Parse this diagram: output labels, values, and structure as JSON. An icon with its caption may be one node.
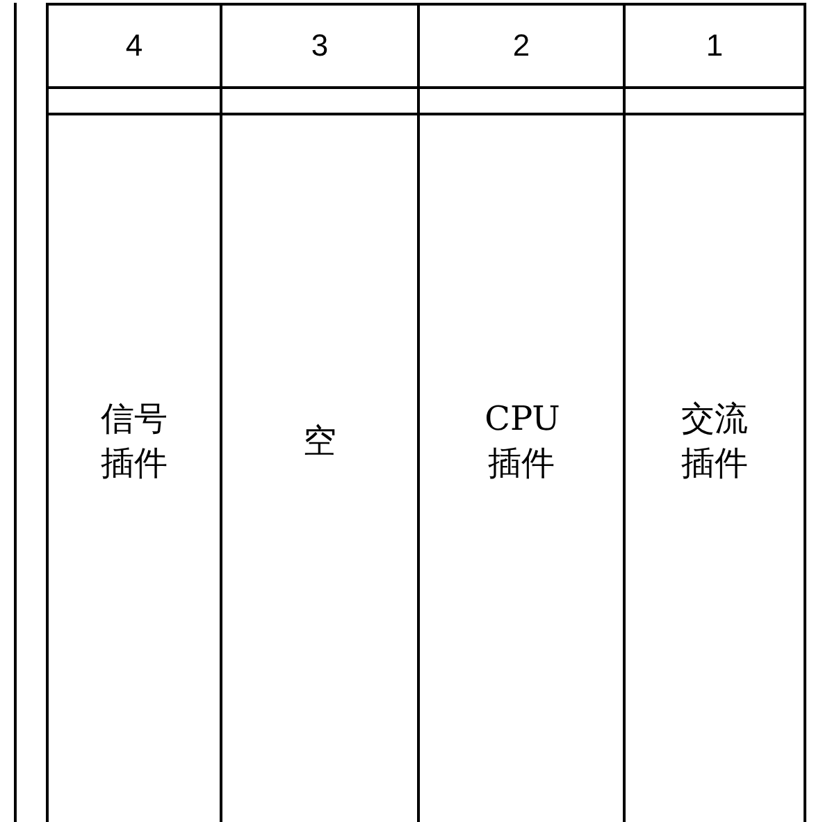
{
  "diagram": {
    "nodes": [
      {
        "text": [
          "4",
          "信号插件"
        ]
      },
      {
        "text": [
          "3",
          "空"
        ]
      },
      {
        "text": [
          "2",
          "CPU插件"
        ]
      },
      {
        "text": [
          "1",
          "交流插件"
        ]
      }
    ]
  }
}
